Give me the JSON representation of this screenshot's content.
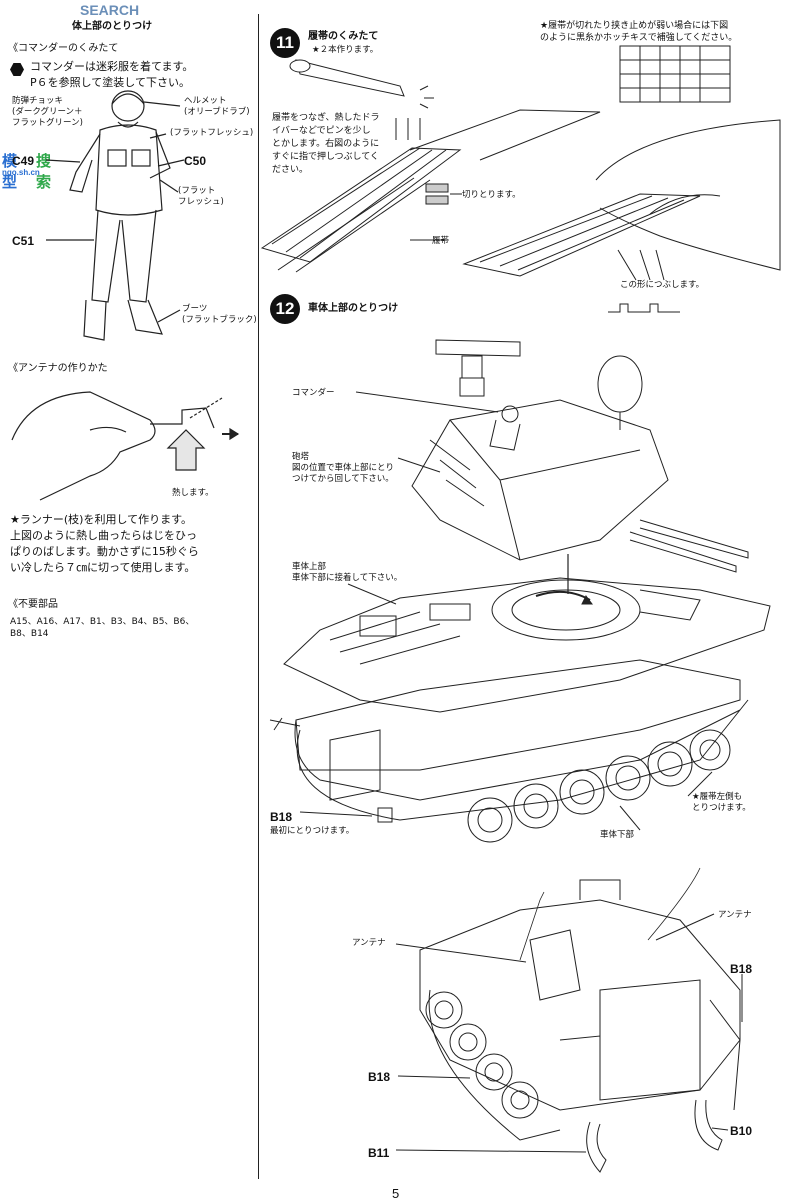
{
  "watermark": {
    "text": "SEARCH",
    "logo_left": "模型",
    "logo_right": "搜索",
    "url": "ngo.sh.cn"
  },
  "left": {
    "header_fragment": "体上部のとりつけ",
    "commander_title": "《コマンダーのくみたて",
    "commander_note": "コマンダーは迷彩服を着てます。\nP６を参照して塗装して下さい。",
    "labels": {
      "vest": "防弾チョッキ\n(ダークグリーン＋\nフラットグリーン)",
      "helmet": "ヘルメット\n(オリーブドラブ)",
      "flesh1": "(フラットフレッシュ)",
      "flesh2": "(フラット\nフレッシュ)",
      "boots": "ブーツ\n(フラットブラック)"
    },
    "parts": {
      "c49": "C49",
      "c50": "C50",
      "c51": "C51"
    },
    "antenna_title": "《アンテナの作りかた",
    "heat_label": "熱します。",
    "antenna_note": "★ランナー(枝)を利用して作ります。\n上図のように熱し曲ったらはじをひっ\nぱりのばします。動かさずに15秒ぐら\nい冷したら７㎝に切って使用します。",
    "unneeded_title": "《不要部品",
    "unneeded_list": "A15、A16、A17、B1、B3、B4、B5、B6、\nB8、B14"
  },
  "step11": {
    "number": "11",
    "title": "履帯のくみたて",
    "subtitle": "★２本作ります。",
    "instruction": "履帯をつなぎ、熱したドラ\nイバーなどでピンを少し\nとかします。右図のように\nすぐに指で押しつぶしてく\nださい。",
    "note_top": "★履帯が切れたり挟き止めが弱い場合には下図\nのように黒糸かホッチキスで補強してください。",
    "cut_label": "切りとります。",
    "track_label": "履帯",
    "crush_label": "この形につぶします。"
  },
  "step12": {
    "number": "12",
    "title": "車体上部のとりつけ",
    "commander_label": "コマンダー",
    "turret_label": "砲塔\n図の位置で車体上部にとり\nつけてから回して下さい。",
    "upper_hull_label": "車体上部\n車体下部に接着して下さい。",
    "b18_code": "B18",
    "b18_note": "最初にとりつけます。",
    "lower_hull_label": "車体下部",
    "left_track_note": "★履帯左側も\nとりつけます。"
  },
  "rear": {
    "antenna_right": "アンテナ",
    "antenna_left": "アンテナ",
    "b18_right": "B18",
    "b18_left": "B18",
    "b11": "B11",
    "b10": "B10"
  },
  "page_number": "5"
}
